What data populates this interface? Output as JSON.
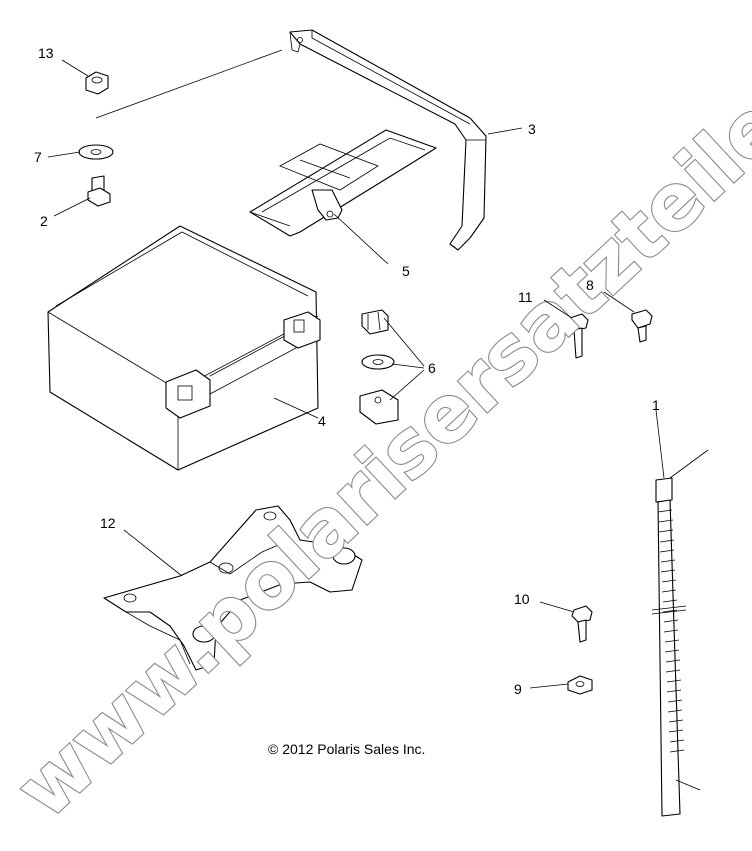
{
  "watermark": "www.polarisersatzteile.de",
  "copyright": "© 2012 Polaris Sales Inc.",
  "callouts": {
    "c1": "1",
    "c2": "2",
    "c3": "3",
    "c4": "4",
    "c5": "5",
    "c6": "6",
    "c7": "7",
    "c8": "8",
    "c9": "9",
    "c10": "10",
    "c11": "11",
    "c12": "12",
    "c13": "13"
  }
}
